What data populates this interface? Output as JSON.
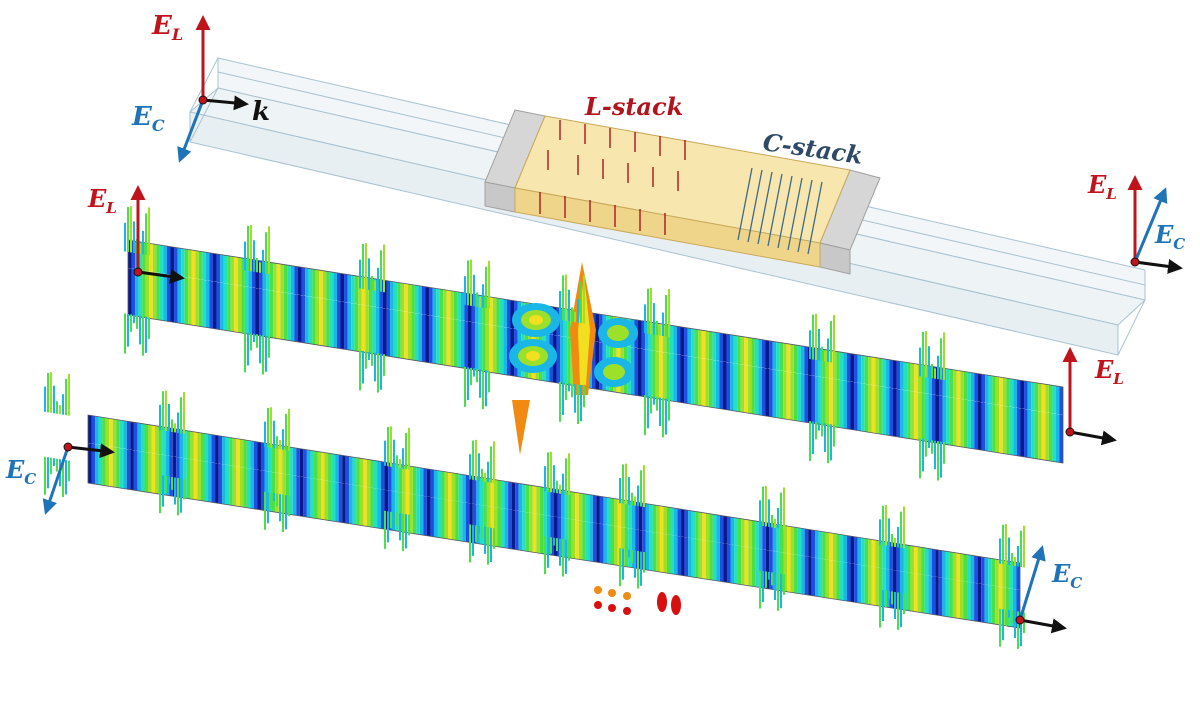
{
  "labels": {
    "e_main": "E",
    "sub_l": "L",
    "sub_c": "C",
    "k": "k",
    "l_stack": "L-stack",
    "c_stack": "C-stack"
  },
  "colors": {
    "el_arrow": "#c0141c",
    "ec_arrow": "#1f73b7",
    "k_arrow": "#111111",
    "l_stack_text": "#b0141c",
    "c_stack_text": "#2e4a66",
    "stack_fill": "#f5e3a6",
    "stub_fill": "#d9d9d9",
    "guide_box": "#9fb8c8",
    "field_colormap": [
      "#0a1a8c",
      "#1f4fe0",
      "#19b6e6",
      "#22e0c0",
      "#4ae04a",
      "#9de02a",
      "#f0e020",
      "#f08a10",
      "#d81010"
    ]
  },
  "panels": [
    {
      "name": "waveguide-geometry",
      "description_hidden": true
    },
    {
      "name": "el-field-map"
    },
    {
      "name": "ec-field-map"
    }
  ]
}
